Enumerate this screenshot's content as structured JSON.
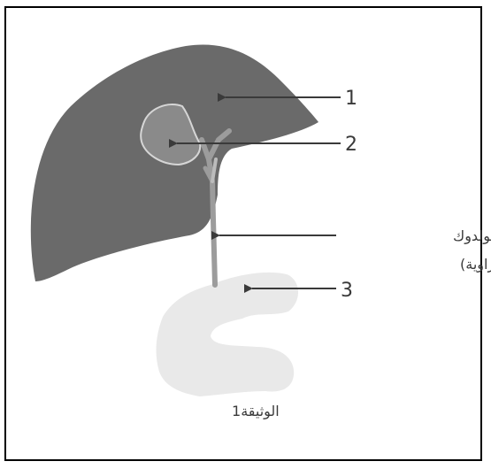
{
  "diagram": {
    "labels": {
      "liver_number": "1",
      "gallbladder_number": "2",
      "duodenum_number": "3",
      "duct_name_line1": "قناة كولدوك",
      "duct_name_line2": "(القناة الصفراوية)",
      "caption": "الوثيقة1"
    },
    "colors": {
      "liver": "#6a6a6a",
      "gallbladder": "#8a8a8a",
      "duct": "#9c9c9c",
      "duodenum": "#e9e9e9",
      "arrow": "#3a3a3a"
    }
  }
}
